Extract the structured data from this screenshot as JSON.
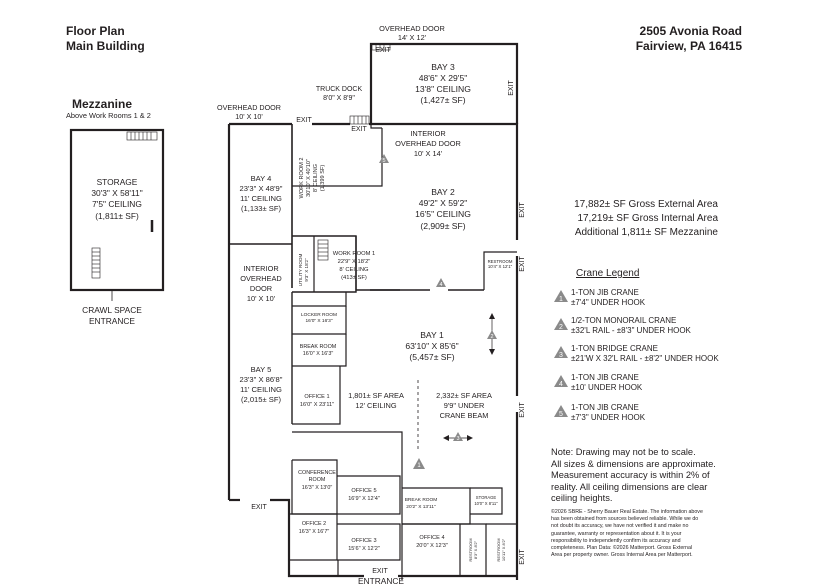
{
  "header": {
    "title_line1": "Floor Plan",
    "title_line2": "Main Building",
    "address_line1": "2505 Avonia Road",
    "address_line2": "Fairview, PA 16415"
  },
  "mezzanine": {
    "title": "Mezzanine",
    "subtitle": "Above Work Rooms 1 & 2",
    "room": "STORAGE",
    "dims": "30'3\" X 58'11\"",
    "ceiling": "7'5\" CEILING",
    "area": "(1,811± SF)",
    "crawl_line1": "CRAWL SPACE",
    "crawl_line2": "ENTRANCE"
  },
  "areas": {
    "gross_external": "17,882± SF Gross External Area",
    "gross_internal": "17,219± SF Gross Internal Area",
    "mezzanine": "Additional 1,811± SF Mezzanine"
  },
  "legend": {
    "title": "Crane Legend",
    "items": [
      {
        "num": "1",
        "line1": "1-TON JIB CRANE",
        "line2": "±7'4\" UNDER HOOK"
      },
      {
        "num": "2",
        "line1": "1/2-TON MONORAIL CRANE",
        "line2": "±32'L RAIL - ±8'3\" UNDER HOOK"
      },
      {
        "num": "3",
        "line1": "1-TON BRIDGE CRANE",
        "line2": "±21'W X 32'L RAIL - ±8'2\" UNDER HOOK"
      },
      {
        "num": "4",
        "line1": "1-TON JIB CRANE",
        "line2": "±10' UNDER HOOK"
      },
      {
        "num": "5",
        "line1": "1-TON JIB CRANE",
        "line2": "±7'3\" UNDER HOOK"
      }
    ]
  },
  "notes": {
    "line1": "Note: Drawing may not be to scale.",
    "line2": "All sizes & dimensions are approximate.",
    "line3": "Measurement accuracy is within 2% of",
    "line4": "reality. All ceiling dimensions are clear",
    "line5": "ceiling heights."
  },
  "copyright": {
    "line1": "©2026 SBRE - Sherry Bauer Real Estate. The information above",
    "line2": "has been obtained from sources believed reliable. While we do",
    "line3": "not doubt its accuracy, we have not verified it and make no",
    "line4": "guarantee, warranty or representation about it. It is your",
    "line5": "responsibility to independently confirm its accuracy and",
    "line6": "completeness. Plan Data: ©2026 Matterport. Gross External",
    "line7": "Area per property owner. Gross Internal Area per Matterport."
  },
  "plan": {
    "bay3": {
      "name": "BAY 3",
      "dims": "48'6\" X 29'5\"",
      "ceiling": "13'8\" CEILING",
      "area": "(1,427± SF)"
    },
    "bay2": {
      "name": "BAY 2",
      "dims": "49'2\" X 59'2\"",
      "ceiling": "16'5\" CEILING",
      "area": "(2,909± SF)"
    },
    "bay4": {
      "name": "BAY 4",
      "dims": "23'3\" X 48'9\"",
      "ceiling": "11' CEILING",
      "area": "(1,133± SF)"
    },
    "bay1": {
      "name": "BAY 1",
      "dims": "63'10\" X 85'6\"",
      "area": "(5,457± SF)"
    },
    "bay5": {
      "name": "BAY 5",
      "dims": "23'3\" X 86'8\"",
      "ceiling": "11' CEILING",
      "area": "(2,015± SF)"
    },
    "work_room2": {
      "name": "WORK ROOM 2",
      "dims": "30'10\" X 40'10\"",
      "ceiling": "8' CEILING",
      "area": "(1,399 SF)"
    },
    "work_room1": {
      "name": "WORK ROOM 1",
      "dims": "22'9\" X 18'2\"",
      "ceiling": "8' CEILING",
      "area": "(413± SF)"
    },
    "utility": {
      "name": "UTILITY ROOM",
      "dims": "9'3\" X 18'2\""
    },
    "restroom_a": {
      "name": "RESTROOM",
      "dims": "10'4\" X 12'1\""
    },
    "locker": {
      "name": "LOCKER ROOM",
      "dims": "16'0\" X 16'3\""
    },
    "break1": {
      "name": "BREAK ROOM",
      "dims": "16'0\" X 16'3\""
    },
    "office1": {
      "name": "OFFICE 1",
      "dims": "16'0\" X 23'11\""
    },
    "zone_a": {
      "area": "1,801± SF AREA",
      "ceiling": "12' CEILING"
    },
    "zone_b": {
      "area": "2,332± SF AREA",
      "ceiling": "9'9\" UNDER",
      "beam": "CRANE BEAM"
    },
    "conference": {
      "name": "CONFERENCE",
      "name2": "ROOM",
      "dims": "16'3\" X 13'0\""
    },
    "office5": {
      "name": "OFFICE 5",
      "dims": "16'9\" X 12'4\""
    },
    "break2": {
      "name": "BREAK ROOM",
      "dims": "20'2\" X 13'11\""
    },
    "storage": {
      "name": "STORAGE",
      "dims": "10'0\" X 8'11\""
    },
    "office2": {
      "name": "OFFICE 2",
      "dims": "16'3\" X 16'7\""
    },
    "office3": {
      "name": "OFFICE 3",
      "dims": "15'6\" X 12'2\""
    },
    "office4": {
      "name": "OFFICE 4",
      "dims": "20'0\" X 12'3\""
    },
    "restroom_b": {
      "name": "RESTROOM",
      "dims": "8'3\" X 8'2\""
    },
    "restroom_c": {
      "name": "RESTROOM",
      "dims": "10'11\" X 8'2\""
    },
    "ohd_bay3": {
      "line1": "OVERHEAD DOOR",
      "line2": "14' X 12'"
    },
    "truck_dock": {
      "line1": "TRUCK DOCK",
      "line2": "8'0\" X 8'9\""
    },
    "ohd_bay4": {
      "line1": "OVERHEAD DOOR",
      "line2": "10' X 10'"
    },
    "int_ohd_2": {
      "line1": "INTERIOR",
      "line2": "OVERHEAD DOOR",
      "line3": "10' X 14'"
    },
    "int_ohd_5": {
      "line1": "INTERIOR",
      "line2": "OVERHEAD",
      "line3": "DOOR",
      "line4": "10' X 10'"
    },
    "exit": "EXIT",
    "entrance": "ENTRANCE"
  }
}
